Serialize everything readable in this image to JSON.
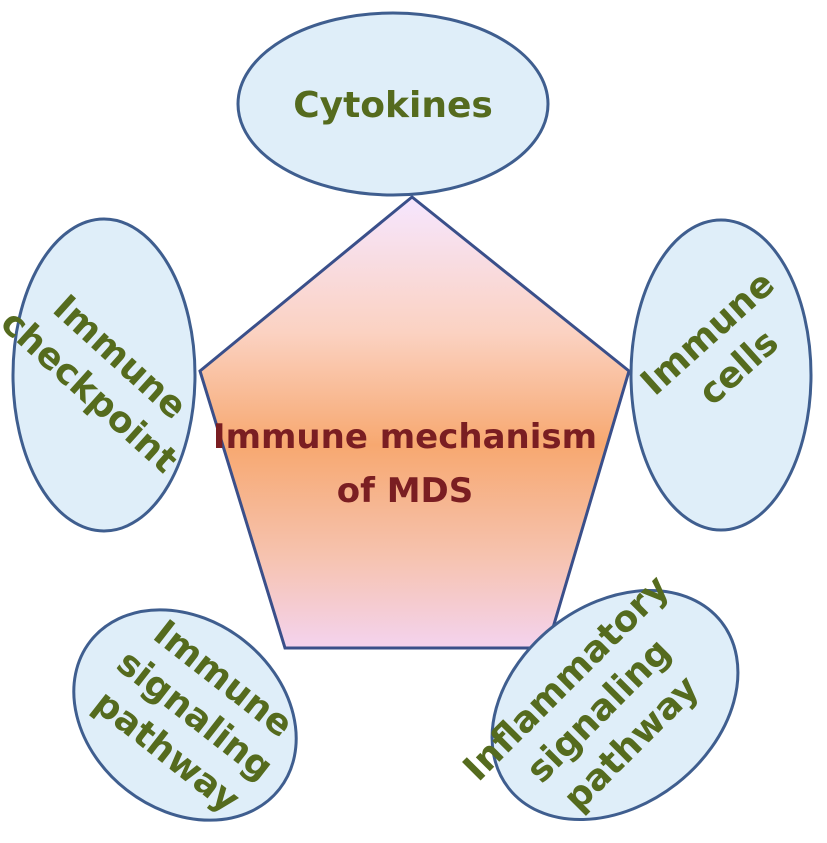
{
  "diagram": {
    "center": {
      "line1": "Immune mechanism",
      "line2": "of MDS"
    },
    "nodes": {
      "cytokines": {
        "line1": "Cytokines"
      },
      "immune_checkpoint": {
        "line1": "Immune",
        "line2": "checkpoint"
      },
      "immune_cells": {
        "line1": "Immune",
        "line2": "cells"
      },
      "immune_signaling_pathway": {
        "line1": "Immune",
        "line2": "signaling",
        "line3": "pathway"
      },
      "inflammatory_signaling_pathway": {
        "line1": "Inflammatory",
        "line2": "signaling",
        "line3": "pathway"
      }
    },
    "colors": {
      "ellipse_fill": "#dfeef9",
      "ellipse_stroke": "#3f5e8f",
      "pentagon_stroke": "#3a4f8a",
      "satellite_text": "#556b1e",
      "center_text": "#7a1e22",
      "gradient_top": "#f6e6ff",
      "gradient_mid": "#f7a870",
      "gradient_bottom": "#f4d3ee"
    }
  }
}
